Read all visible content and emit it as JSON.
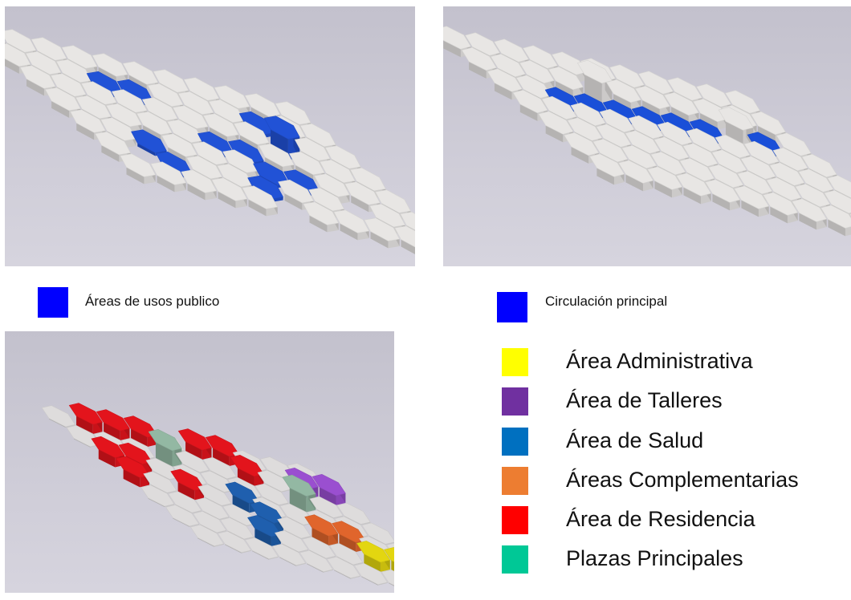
{
  "captions": [
    {
      "label": "Áreas de usos publico",
      "color": "#0000ff"
    },
    {
      "label": "Circulación principal",
      "color": "#0000ff"
    }
  ],
  "legend": [
    {
      "label": "Área Administrativa",
      "color": "#ffff00"
    },
    {
      "label": "Área de Talleres",
      "color": "#7030a0"
    },
    {
      "label": "Área de Salud",
      "color": "#0070c0"
    },
    {
      "label": "Áreas Complementarias",
      "color": "#ed7d31"
    },
    {
      "label": "Área de Residencia",
      "color": "#ff0000"
    },
    {
      "label": "Plazas Principales",
      "color": "#00c896"
    }
  ],
  "render_colors": {
    "background_hex": "#e8e6e4",
    "public_use_hex": "#2152d6",
    "circulation_hex": "#1a4fd8",
    "admin_hex": "#e3d610",
    "workshops_hex": "#9a4fd0",
    "health_hex": "#1f5fae",
    "complementary_hex": "#e0652c",
    "residence_hex": "#e3141c",
    "plazas_hex": "#93b8a3"
  }
}
